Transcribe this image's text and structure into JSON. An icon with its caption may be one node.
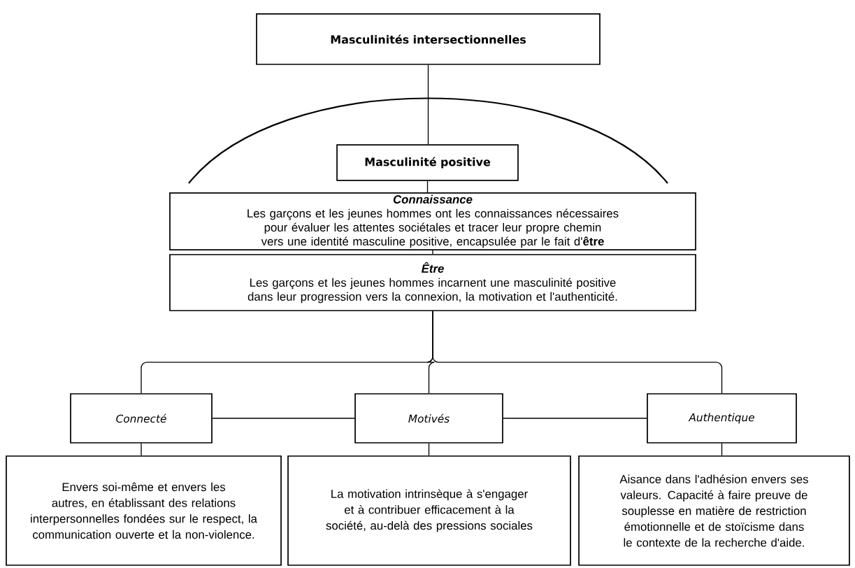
{
  "diagram": {
    "nodes": [
      {
        "text": [
          "Masculinités intersectionnelles"
        ]
      },
      {
        "text": [
          "Masculinité positive"
        ]
      },
      {
        "text": [
          "Connaissance",
          "Les garçons et les jeunes hommes ont les connaissances nécessaires pour évaluer les attentes sociétales et tracer leur propre chemin vers une identité masculine positive, encapsulée par le fait d'**être**"
        ]
      },
      {
        "text": [
          "Être",
          "Les garçons et les jeunes hommes incarnent une masculinité positive dans leur progression vers la connexion, la motivation et l'authenticité."
        ]
      },
      {
        "text": [
          "Connecté"
        ]
      },
      {
        "text": [
          "Motivés"
        ]
      },
      {
        "text": [
          "Authentique"
        ]
      },
      {
        "text": [
          "Envers soi-même et envers les autres, en établissant des relations interpersonnelles fondées sur le respect, la communication ouverte et la non-violence."
        ]
      },
      {
        "text": [
          "La motivation intrinsèque à s'engager et à contribuer efficacement à la société, au-delà des pressions sociales"
        ]
      },
      {
        "text": [
          "Aisance dans l'adhésion envers ses valeurs. Capacité à faire preuve de souplesse en matière de restriction émotionnelle et de stoïcisme dans le contexte de la recherche d'aide."
        ]
      }
    ],
    "edges": [
      {
        "from": 0,
        "to": 1,
        "arrow": "none"
      },
      {
        "from": 1,
        "to": 2,
        "arrow": "none"
      },
      {
        "from": 2,
        "to": 3,
        "arrow": "none"
      },
      {
        "from": 3,
        "to": 4,
        "arrow": "none"
      },
      {
        "from": 3,
        "to": 5,
        "arrow": "none"
      },
      {
        "from": 3,
        "to": 6,
        "arrow": "none"
      },
      {
        "from": 4,
        "to": 5,
        "arrow": "none"
      },
      {
        "from": 5,
        "to": 6,
        "arrow": "none"
      },
      {
        "from": 4,
        "to": 7,
        "arrow": "none"
      },
      {
        "from": 5,
        "to": 8,
        "arrow": "none"
      },
      {
        "from": 6,
        "to": 9,
        "arrow": "none"
      }
    ]
  }
}
